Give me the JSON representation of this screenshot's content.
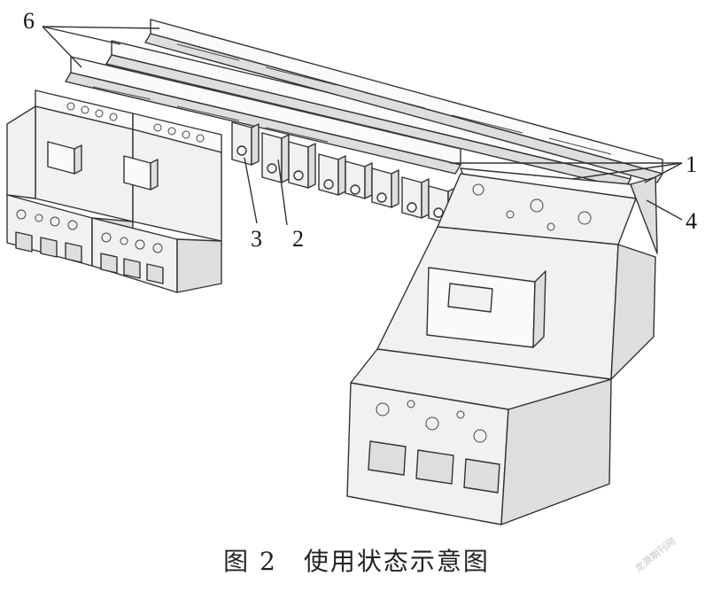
{
  "callouts": {
    "label_1": "1",
    "label_2": "2",
    "label_3": "3",
    "label_4": "4",
    "label_6": "6"
  },
  "caption": {
    "figure_number": "图 2",
    "title": "使用状态示意图"
  },
  "watermark": "龙源期刊网",
  "colors": {
    "line": "#333333",
    "face": "#f1f1f1",
    "face_light": "#fafafa",
    "face_dark": "#dcdcdc"
  }
}
